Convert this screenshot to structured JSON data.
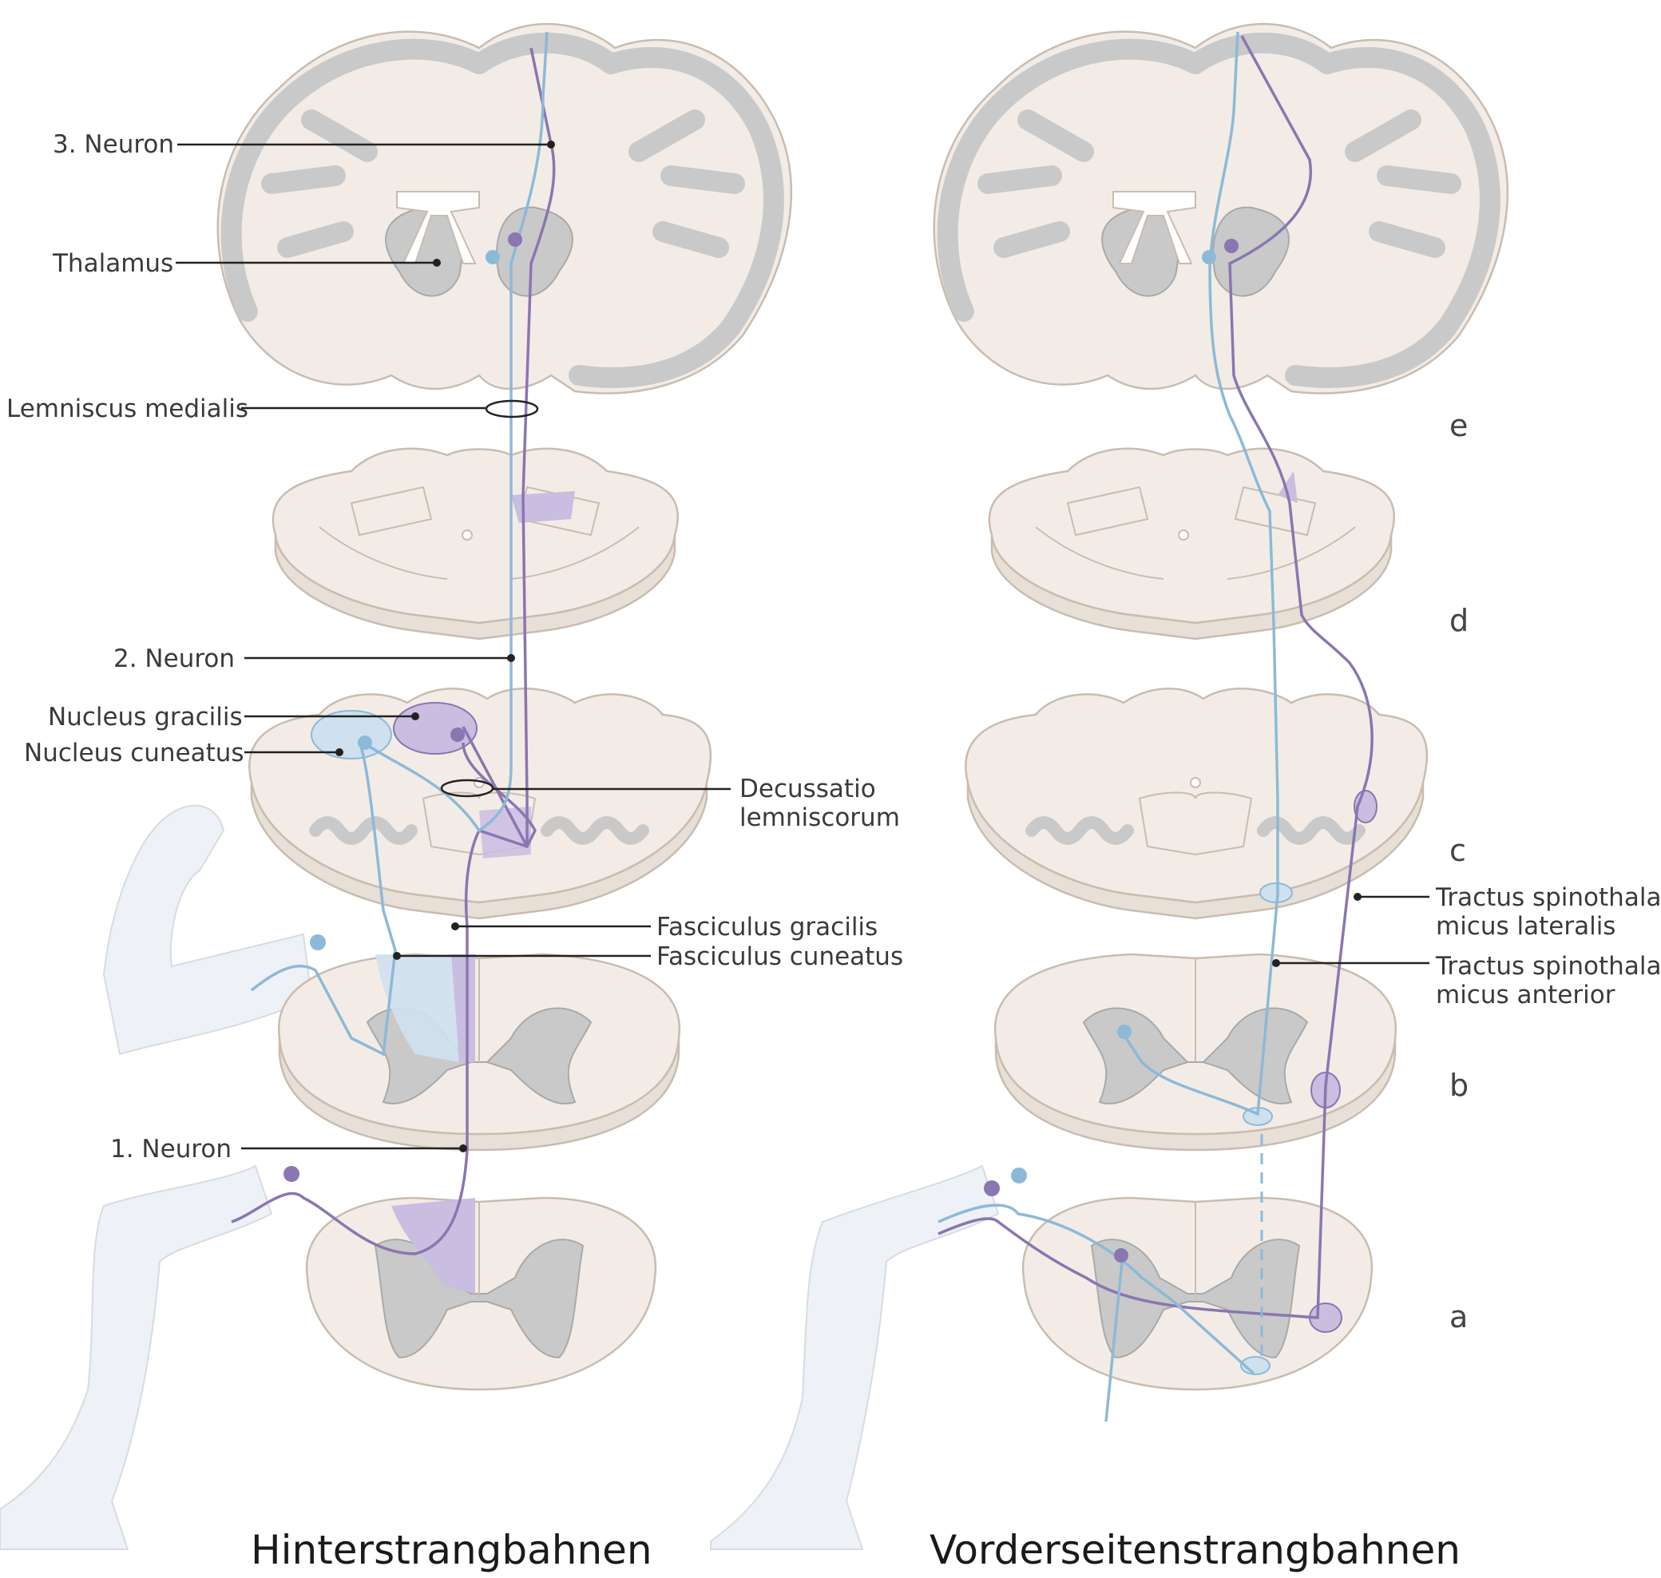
{
  "titles": {
    "left": "Hinterstrangbahnen",
    "right": "Vorderseitenstrangbahnen"
  },
  "labels": {
    "neuron3": "3. Neuron",
    "thalamus": "Thalamus",
    "lemniscus_medialis": "Lemniscus medialis",
    "neuron2": "2. Neuron",
    "nucleus_gracilis": "Nucleus gracilis",
    "nucleus_cuneatus": "Nucleus cuneatus",
    "decussatio_line1": "Decussatio",
    "decussatio_line2": "lemniscorum",
    "fasciculus_gracilis": "Fasciculus gracilis",
    "fasciculus_cuneatus": "Fasciculus cuneatus",
    "neuron1": "1. Neuron",
    "tsl_line1": "Tractus spinothala-",
    "tsl_line2": "micus lateralis",
    "tsa_line1": "Tractus spinothala-",
    "tsa_line2": "micus anterior"
  },
  "levels": {
    "e": "e",
    "d": "d",
    "c": "c",
    "b": "b",
    "a": "a"
  },
  "colors": {
    "first_pathway": "#8db9d8",
    "second_pathway": "#8a76b0",
    "tissue": "#f3ece6",
    "grey_matter": "#c9c9c9"
  }
}
